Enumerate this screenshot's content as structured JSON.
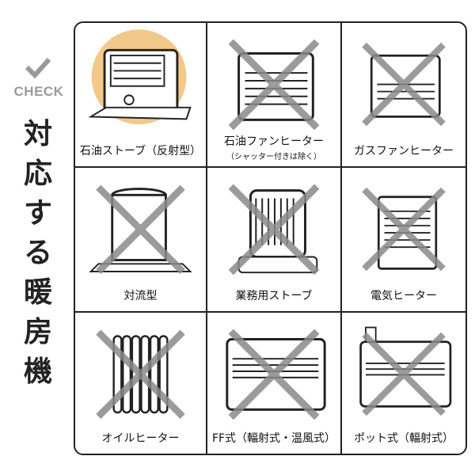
{
  "check_label": "CHECK",
  "title_chars": [
    "対",
    "応",
    "す",
    "る",
    "暖",
    "房",
    "機"
  ],
  "colors": {
    "highlight": "#f2c98a",
    "cross": "#8a8a8a",
    "check": "#9a9a9a"
  },
  "items": [
    {
      "label": "石油ストーブ（反射型）",
      "supported": true
    },
    {
      "label": "石油ファンヒーター",
      "sub": "（シャッター付きは除く）",
      "supported": false
    },
    {
      "label": "ガスファンヒーター",
      "supported": false
    },
    {
      "label": "対流型",
      "supported": false
    },
    {
      "label": "業務用ストーブ",
      "supported": false
    },
    {
      "label": "電気ヒーター",
      "supported": false
    },
    {
      "label": "オイルヒーター",
      "supported": false
    },
    {
      "label": "FF式（輻射式・温風式）",
      "supported": false
    },
    {
      "label": "ポット式（輻射式）",
      "supported": false
    }
  ]
}
